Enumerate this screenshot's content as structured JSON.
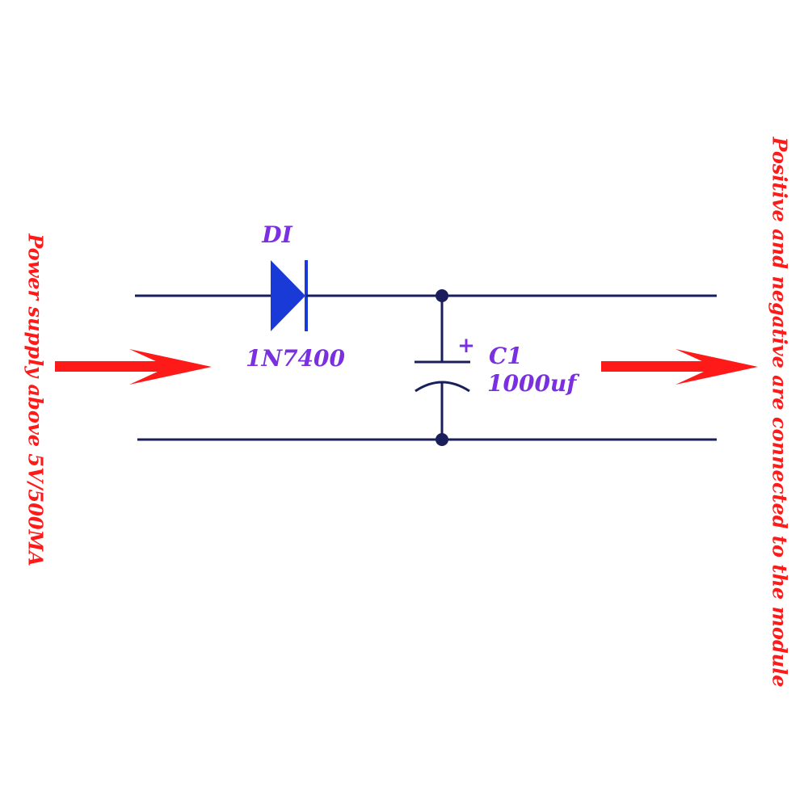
{
  "labels": {
    "diode_designator": "DI",
    "diode_part": "1N7400",
    "capacitor_designator": "C1",
    "capacitor_value": "1000uf",
    "capacitor_polarity": "+",
    "input_note": "Power supply above 5V/500MA",
    "output_note": "Positive and negative are connected to the module"
  },
  "colors": {
    "wire": "#1a1f5c",
    "diode": "#1a3ad8",
    "label": "#7a2fe0",
    "arrow": "#ff1a1a"
  }
}
